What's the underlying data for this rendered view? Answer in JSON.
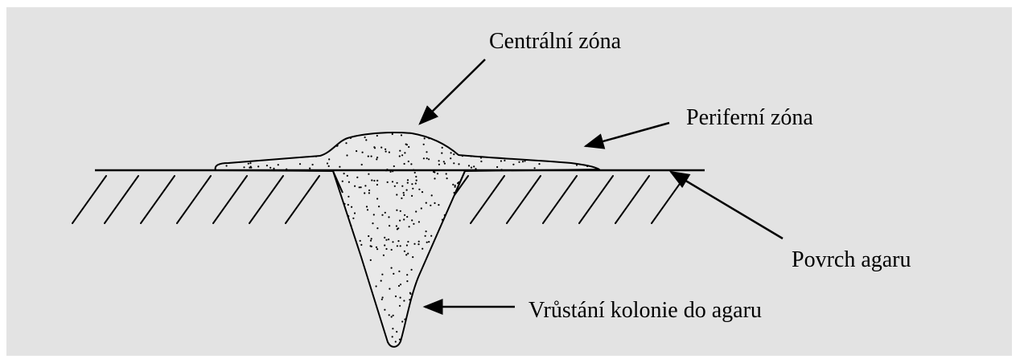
{
  "labels": {
    "central_zone": "Centrální zóna",
    "peripheral_zone": "Periferní zóna",
    "agar_surface": "Povrch agaru",
    "colony_ingrowth": "Vrůstání kolonie do agaru"
  },
  "colors": {
    "background": "#e3e3e3",
    "ink": "#000000",
    "colony_fill": "#e8e8e8"
  }
}
